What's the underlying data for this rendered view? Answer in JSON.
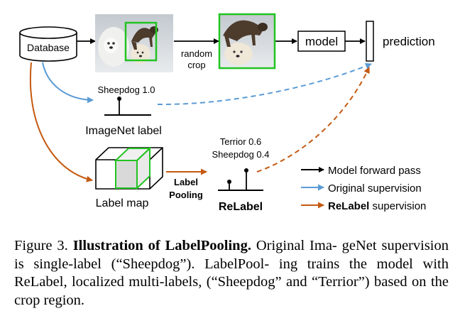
{
  "diagram": {
    "database_label": "Database",
    "random_crop_line1": "random",
    "random_crop_line2": "crop",
    "model_label": "model",
    "prediction_label": "prediction",
    "imagenet_class_label": "Sheepdog 1.0",
    "imagenet_label": "ImageNet label",
    "relabel_class_1": "Terrior 0.6",
    "relabel_class_2": "Sheepdog 0.4",
    "relabel_label": "ReLabel",
    "label_pooling_line1": "Label",
    "label_pooling_line2": "Pooling",
    "label_map_label": "Label map"
  },
  "legend": {
    "forward": "Model forward pass",
    "original": "Original supervision",
    "relabel_bold": "ReLabel",
    "relabel_rest": " supervision"
  },
  "colors": {
    "forward": "#000000",
    "original": "#5b9bd5",
    "relabel": "#c55a11",
    "crop_box": "#22c322",
    "label_map_face": "#d9d9d9"
  },
  "caption": {
    "figure_number": "Figure 3.",
    "title": "Illustration of LabelPooling.",
    "line1_rest": "Original Ima-",
    "line2": "geNet supervision is single-label (“Sheepdog”). LabelPool-",
    "line3": "ing trains the model with ReLabel, localized multi-labels,",
    "line4": "(“Sheepdog” and “Terrior”) based on the crop region."
  }
}
